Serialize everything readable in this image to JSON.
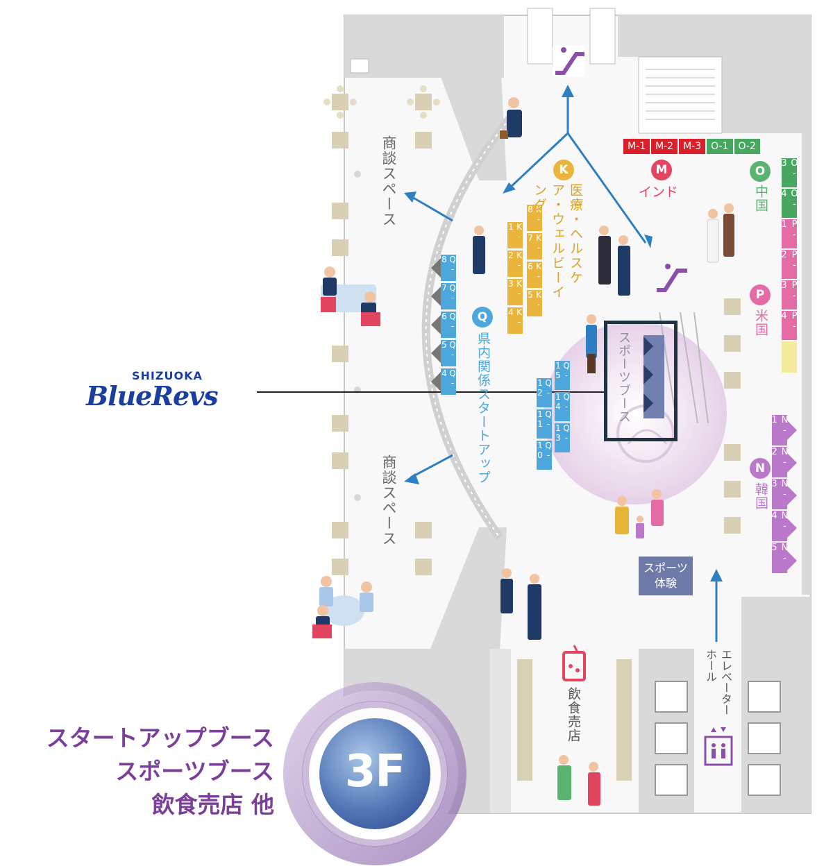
{
  "floor": {
    "label": "3F"
  },
  "legend": {
    "line1": "スタートアップブース",
    "line2": "スポーツブース",
    "line3": "飲食売店 他"
  },
  "highlight": {
    "brand_top": "SHIZUOKA",
    "brand_main": "BlueRevs",
    "booth_label": "スポーツブース"
  },
  "zones": {
    "K": {
      "letter": "K",
      "name": "医療・ヘルスケア・ウェルビーイング",
      "color": "#e9b53d"
    },
    "M": {
      "letter": "M",
      "name": "インド",
      "color": "#e2455f"
    },
    "O": {
      "letter": "O",
      "name": "中国",
      "color": "#5bb372"
    },
    "P": {
      "letter": "P",
      "name": "米国",
      "color": "#e56ba6"
    },
    "N": {
      "letter": "N",
      "name": "韓国",
      "color": "#b978c9"
    },
    "Q": {
      "letter": "Q",
      "name": "県内関係スタートアップ",
      "color": "#4ea7dc"
    }
  },
  "booths": {
    "top_row": [
      "M-1",
      "M-2",
      "M-3",
      "O-1",
      "O-2"
    ],
    "right_col": [
      "O-3",
      "O-4",
      "P-1",
      "P-2",
      "P-3",
      "P-4"
    ],
    "n_col": [
      "N-1",
      "N-2",
      "N-3",
      "N-4",
      "N-5"
    ],
    "k_left": [
      "K-1",
      "K-2",
      "K-3",
      "K-4"
    ],
    "k_right": [
      "K-8",
      "K-7",
      "K-6",
      "K-5"
    ],
    "q_left": [
      "Q-8",
      "Q-7",
      "Q-6",
      "Q-5",
      "Q-4"
    ],
    "q_mid_left": [
      "Q-12",
      "Q-11",
      "Q-10"
    ],
    "q_mid_right": [
      "Q-15",
      "Q-14",
      "Q-13"
    ]
  },
  "areas": {
    "meeting_space_1": "商談スペース",
    "meeting_space_2": "商談スペース",
    "sports_experience": "スポーツ体験",
    "food_shop": "飲食売店",
    "elevator_hall": "エレベーターホール"
  },
  "colors": {
    "brand_blue": "#1a3f9e",
    "arrow_blue": "#2e7fc1",
    "purple": "#8a4fa8",
    "sports_box": "#6e7aa8",
    "highlight_border": "#1f3340"
  }
}
